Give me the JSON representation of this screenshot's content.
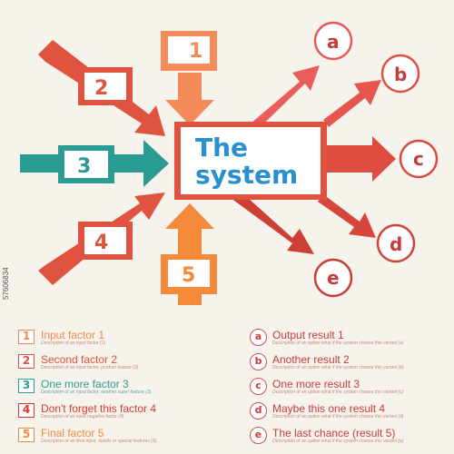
{
  "center": {
    "line1": "The",
    "line2": "system"
  },
  "inputs": [
    {
      "label": "1",
      "color": "#f58a5a"
    },
    {
      "label": "2",
      "color": "#e0533f"
    },
    {
      "label": "3",
      "color": "#2b9c93"
    },
    {
      "label": "4",
      "color": "#e0533f"
    },
    {
      "label": "5",
      "color": "#f58a3a"
    }
  ],
  "outputs": [
    {
      "label": "a",
      "color": "#e8575a"
    },
    {
      "label": "b",
      "color": "#e05045"
    },
    {
      "label": "c",
      "color": "#d94a3e"
    },
    {
      "label": "d",
      "color": "#d04438"
    },
    {
      "label": "e",
      "color": "#c93d34"
    }
  ],
  "legend_inputs": [
    {
      "num": "1",
      "title": "Input factor 1",
      "desc": "Description of an input factor (1)",
      "color": "#f08a4a"
    },
    {
      "num": "2",
      "title": "Second factor 2",
      "desc": "Description of an input factor, product feature (2)",
      "color": "#e0533f"
    },
    {
      "num": "3",
      "title": "One more factor 3",
      "desc": "Description of an input factor, another super feature (3)",
      "color": "#2b9c93"
    },
    {
      "num": "4",
      "title": "Don't forget this factor 4",
      "desc": "Description of an input negative factor (4)",
      "color": "#d63b2f"
    },
    {
      "num": "5",
      "title": "Final factor 5",
      "desc": "Description of an final input, details or special features (5)",
      "color": "#f08a3a"
    }
  ],
  "legend_outputs": [
    {
      "letter": "a",
      "title": "Output result 1",
      "desc": "Description of an option what if the system choose this variant (a)"
    },
    {
      "letter": "b",
      "title": "Another result 2",
      "desc": "Description of an option what if the system choose this variant (b)"
    },
    {
      "letter": "c",
      "title": "One more result 3",
      "desc": "Description of an option what if the system choose this variant (c)"
    },
    {
      "letter": "d",
      "title": "Maybe this one result 4",
      "desc": "Description of an option what if the system choose this variant (d)"
    },
    {
      "letter": "e",
      "title": "The last chance (result 5)",
      "desc": "Description of an option what if the system choose this variant (e)"
    }
  ],
  "watermark": "57606834",
  "colors": {
    "center_border": "#e0533f",
    "center_text": "#2a8fcf",
    "output_text": "#c43c3c"
  }
}
